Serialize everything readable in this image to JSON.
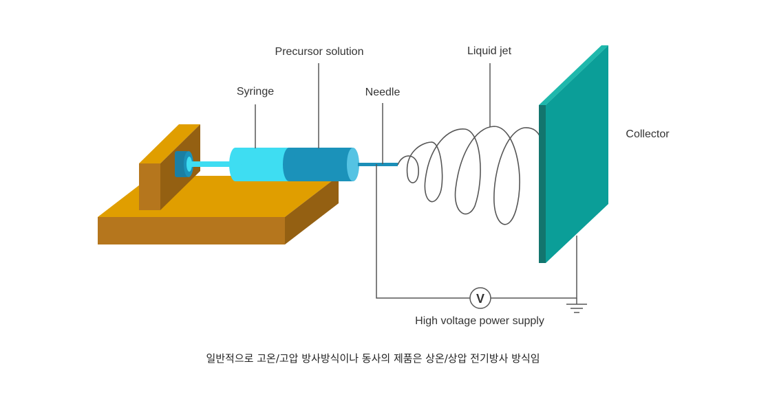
{
  "labels": {
    "precursor_solution": "Precursor solution",
    "syringe": "Syringe",
    "needle": "Needle",
    "liquid_jet": "Liquid jet",
    "collector": "Collector",
    "power_supply": "High voltage power supply",
    "voltmeter_symbol": "V"
  },
  "caption": "일반적으로 고온/고압 방사방식이나 동사의 제품은 상온/상압 전기방사 방식임",
  "colors": {
    "base_top": "#E09E00",
    "base_front": "#B5761D",
    "base_side": "#946012",
    "syringe_barrel": "#3EDDF2",
    "syringe_solution": "#1B92BA",
    "syringe_cap": "#55C3E3",
    "needle": "#1B8FB8",
    "collector_face": "#0B9E98",
    "collector_top": "#1FB8AC",
    "collector_edge": "#13756E",
    "wire": "#555555"
  }
}
